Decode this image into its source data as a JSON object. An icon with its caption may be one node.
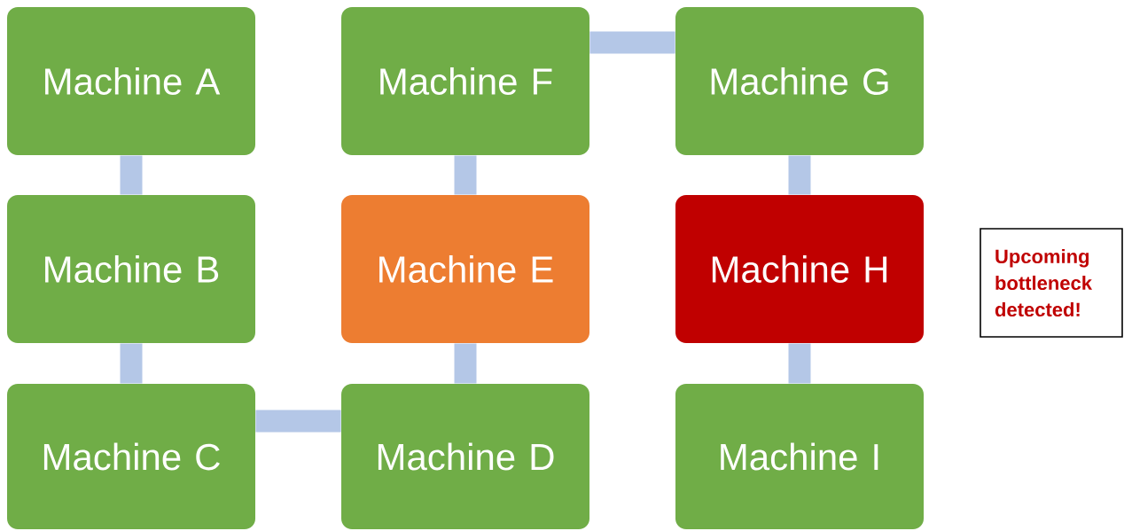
{
  "diagram": {
    "nodes": [
      {
        "text": [
          "Machine A"
        ]
      },
      {
        "text": [
          "Machine B"
        ]
      },
      {
        "text": [
          "Machine C"
        ]
      },
      {
        "text": [
          "Machine D"
        ]
      },
      {
        "text": [
          "Machine E"
        ]
      },
      {
        "text": [
          "Machine F"
        ]
      },
      {
        "text": [
          "Machine G"
        ]
      },
      {
        "text": [
          "Machine H"
        ]
      },
      {
        "text": [
          "Machine I"
        ]
      },
      {
        "text": [
          "Upcoming bottleneck detected!"
        ]
      }
    ],
    "edges": [
      {
        "from": 0,
        "to": 1,
        "arrow": "none"
      },
      {
        "from": 1,
        "to": 2,
        "arrow": "none"
      },
      {
        "from": 2,
        "to": 3,
        "arrow": "none"
      },
      {
        "from": 3,
        "to": 4,
        "arrow": "none"
      },
      {
        "from": 4,
        "to": 5,
        "arrow": "none"
      },
      {
        "from": 5,
        "to": 6,
        "arrow": "none"
      },
      {
        "from": 6,
        "to": 7,
        "arrow": "none"
      },
      {
        "from": 7,
        "to": 8,
        "arrow": "none"
      }
    ]
  }
}
